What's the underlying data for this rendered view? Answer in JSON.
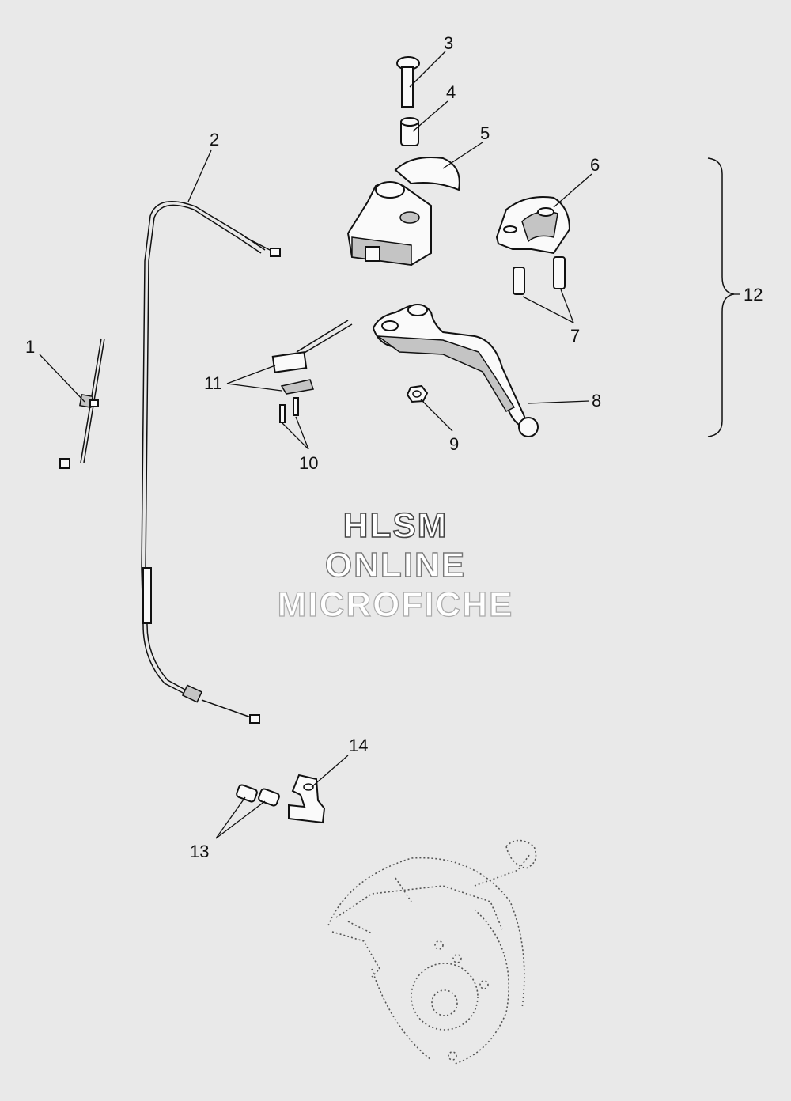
{
  "callouts": {
    "c1": "1",
    "c2": "2",
    "c3": "3",
    "c4": "4",
    "c5": "5",
    "c6": "6",
    "c7": "7",
    "c8": "8",
    "c9": "9",
    "c10": "10",
    "c11": "11",
    "c12": "12",
    "c13": "13",
    "c14": "14"
  },
  "watermark": {
    "line1": "HLSM",
    "line2": "ONLINE",
    "line3": "MICROFICHE"
  }
}
